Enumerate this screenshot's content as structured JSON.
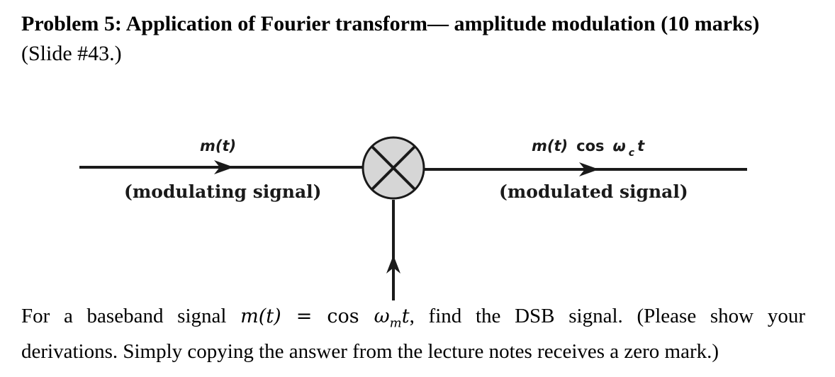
{
  "header": {
    "title": "Problem 5: Application of Fourier transform— amplitude modulation (10 marks)",
    "subtitle": "(Slide #43.)"
  },
  "diagram": {
    "input_label": "m(t)",
    "input_caption": "(modulating signal)",
    "output_label_m": "m(t)",
    "output_label_cos": "cos",
    "output_label_omega": "ω",
    "output_label_sub": "c",
    "output_label_t": "t",
    "output_caption": "(modulated signal)",
    "multiplier_symbol": "×"
  },
  "question": {
    "line1_before": "For a baseband signal",
    "math_lhs": "m(t)",
    "math_eq": " = cos ",
    "math_omega": "ω",
    "math_sub": "m",
    "math_t": "t",
    "line1_after": ", find the DSB signal. (Please show your",
    "line2": "derivations. Simply copying the answer from the lecture notes receives a zero mark.)"
  }
}
